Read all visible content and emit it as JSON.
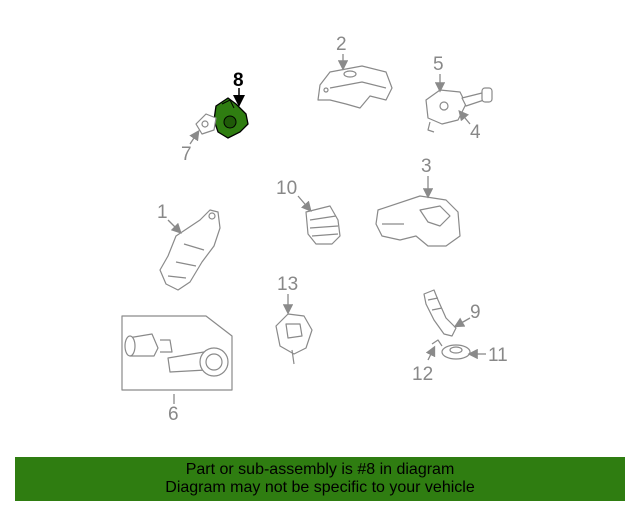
{
  "callouts": {
    "c1": "1",
    "c2": "2",
    "c3": "3",
    "c4": "4",
    "c5": "5",
    "c6": "6",
    "c7": "7",
    "c8": "8",
    "c9": "9",
    "c10": "10",
    "c11": "11",
    "c12": "12",
    "c13": "13"
  },
  "highlight": {
    "part": "8",
    "color": "#2f7d11"
  },
  "banner": {
    "line1": "Part or sub-assembly is #8 in diagram",
    "line2": "Diagram may not be specific to your vehicle",
    "background": "#2f7d11"
  }
}
